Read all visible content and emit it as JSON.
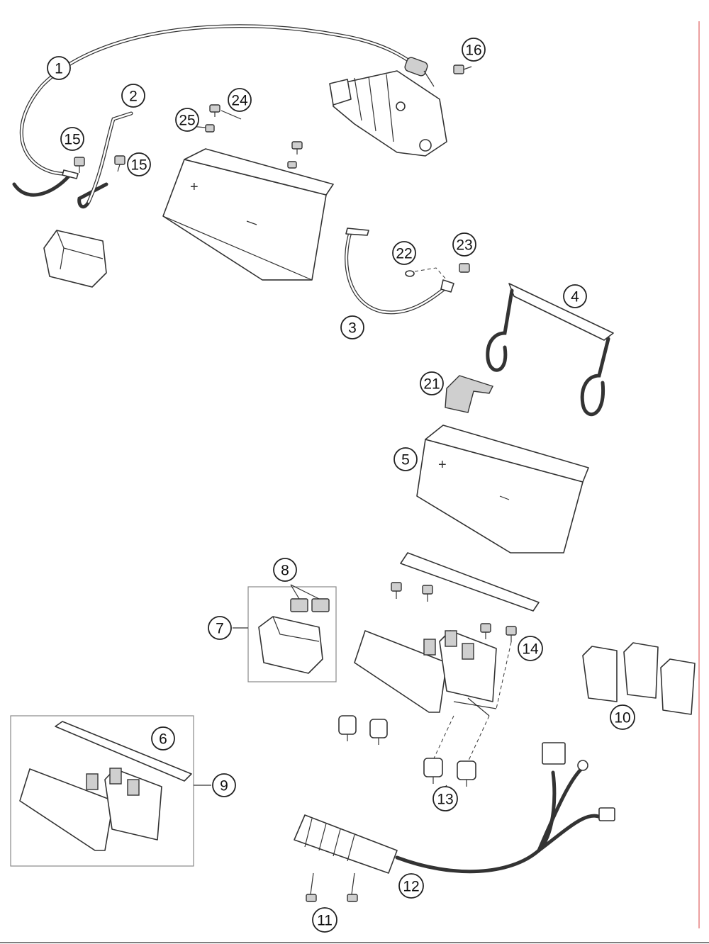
{
  "callouts": [
    {
      "id": "c1",
      "label": "1"
    },
    {
      "id": "c2",
      "label": "2"
    },
    {
      "id": "c3",
      "label": "3"
    },
    {
      "id": "c4",
      "label": "4"
    },
    {
      "id": "c5",
      "label": "5"
    },
    {
      "id": "c6",
      "label": "6"
    },
    {
      "id": "c7",
      "label": "7"
    },
    {
      "id": "c8",
      "label": "8"
    },
    {
      "id": "c9",
      "label": "9"
    },
    {
      "id": "c10",
      "label": "10"
    },
    {
      "id": "c11",
      "label": "11"
    },
    {
      "id": "c12",
      "label": "12"
    },
    {
      "id": "c13",
      "label": "13"
    },
    {
      "id": "c14",
      "label": "14"
    },
    {
      "id": "c15a",
      "label": "15"
    },
    {
      "id": "c15b",
      "label": "15"
    },
    {
      "id": "c16",
      "label": "16"
    },
    {
      "id": "c21",
      "label": "21"
    },
    {
      "id": "c22",
      "label": "22"
    },
    {
      "id": "c23",
      "label": "23"
    },
    {
      "id": "c24",
      "label": "24"
    },
    {
      "id": "c25",
      "label": "25"
    }
  ],
  "colors": {
    "line": "#333333",
    "margin_rule": "#e06060"
  }
}
